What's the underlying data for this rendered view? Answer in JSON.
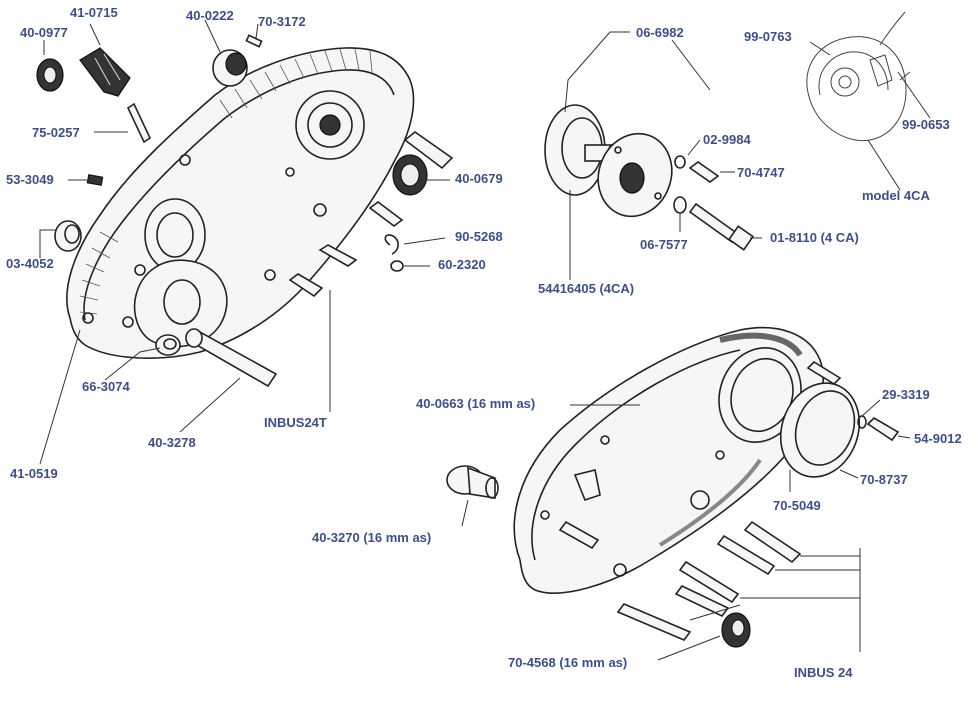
{
  "parts": {
    "p40_0977": "40-0977",
    "p41_0715": "41-0715",
    "p40_0222": "40-0222",
    "p70_3172": "70-3172",
    "p75_0257": "75-0257",
    "p53_3049": "53-3049",
    "p03_4052": "03-4052",
    "p40_0679": "40-0679",
    "p90_5268": "90-5268",
    "p60_2320": "60-2320",
    "p66_3074": "66-3074",
    "p40_3278": "40-3278",
    "p41_0519": "41-0519",
    "pINBUS24T": "INBUS24T",
    "p06_6982": "06-6982",
    "p02_9984": "02-9984",
    "p70_4747": "70-4747",
    "p06_7577": "06-7577",
    "p01_8110": "01-8110 (4 CA)",
    "p54416405": "54416405 (4CA)",
    "p99_0763": "99-0763",
    "p99_0653": "99-0653",
    "model4CA": "model 4CA",
    "p40_0663": "40-0663 (16 mm as)",
    "p29_3319": "29-3319",
    "p54_9012": "54-9012",
    "p70_8737": "70-8737",
    "p70_5049": "70-5049",
    "p40_3270": "40-3270 (16 mm as)",
    "p70_4568": "70-4568 (16 mm as)",
    "pINBUS24": "INBUS 24"
  }
}
